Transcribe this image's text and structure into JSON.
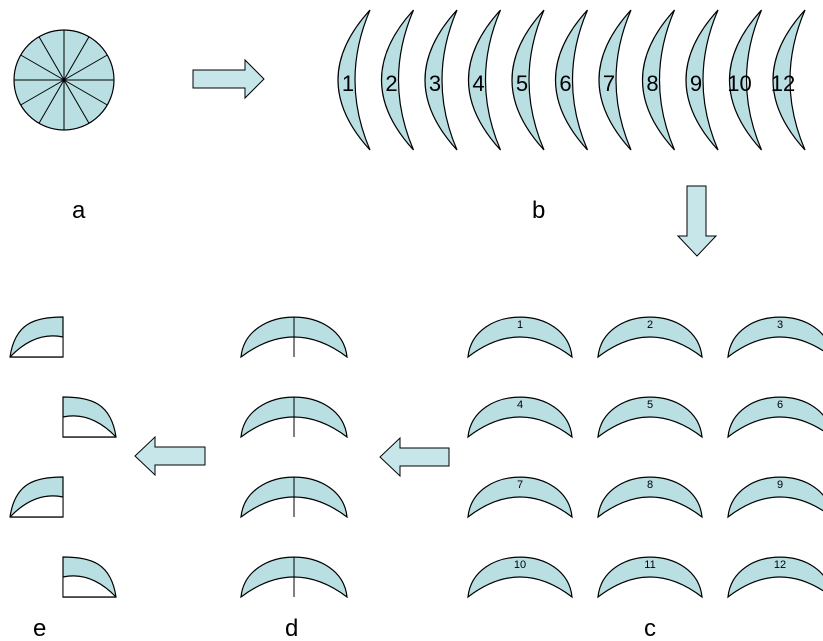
{
  "colors": {
    "fill": "#b9dfe3",
    "stroke": "#000000",
    "arrow_fill": "#c7e6ea",
    "background": "#ffffff"
  },
  "panel_labels": {
    "a": "a",
    "b": "b",
    "c": "c",
    "d": "d",
    "e": "e"
  },
  "b_numbers": [
    "1",
    "2",
    "3",
    "4",
    "5",
    "6",
    "7",
    "8",
    "9",
    "10",
    "12"
  ],
  "c_numbers": [
    "1",
    "2",
    "3",
    "4",
    "5",
    "6",
    "7",
    "8",
    "9",
    "10",
    "11",
    "12"
  ],
  "a_slice_count": 12
}
